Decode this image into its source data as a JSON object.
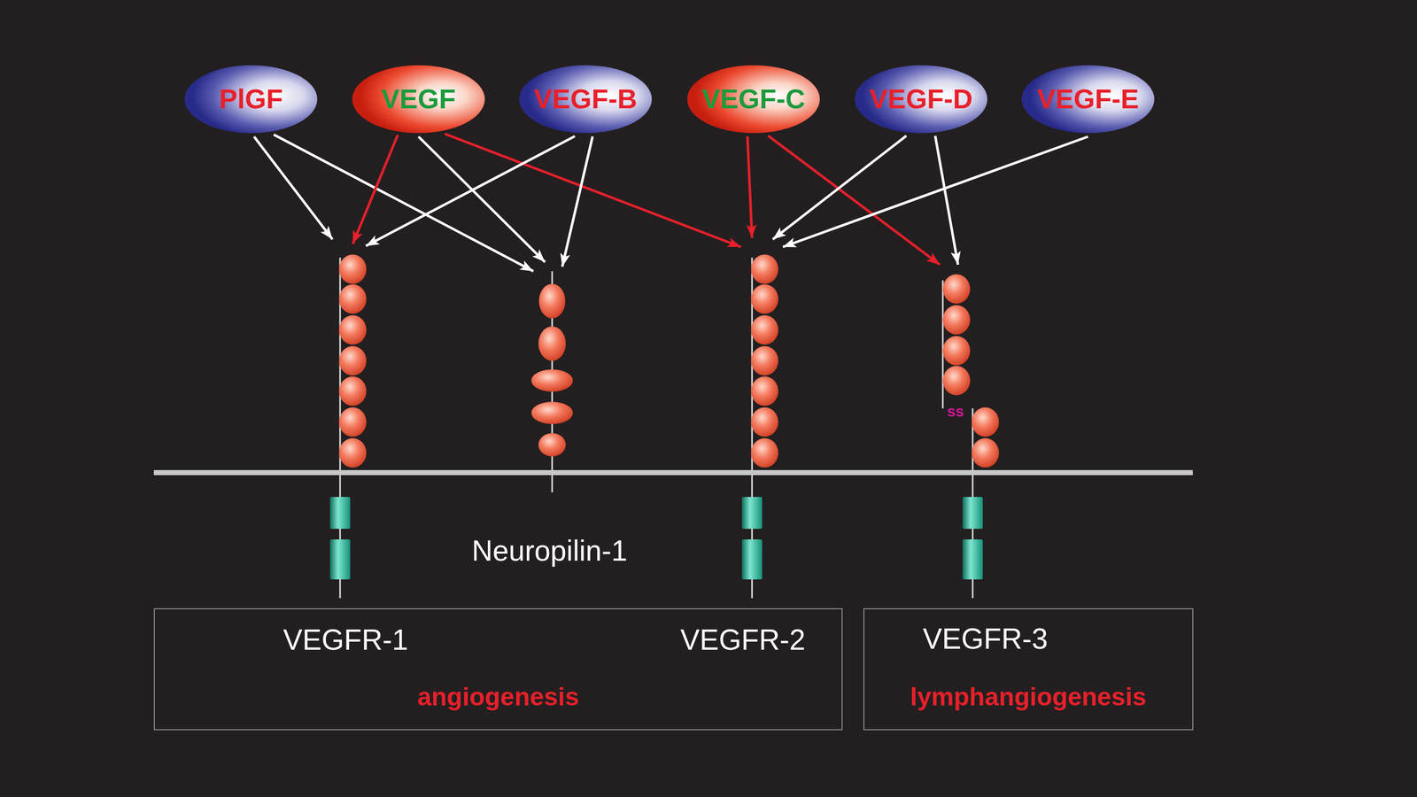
{
  "diagram": {
    "nodes": [
      {
        "text": [
          "PlGF"
        ]
      },
      {
        "text": [
          "VEGF"
        ]
      },
      {
        "text": [
          "VEGF-B"
        ]
      },
      {
        "text": [
          "VEGF-C"
        ]
      },
      {
        "text": [
          "VEGF-D"
        ]
      },
      {
        "text": [
          "VEGF-E"
        ]
      },
      {
        "text": [
          "VEGFR-1"
        ]
      },
      {
        "text": [
          "Neuropilin-1"
        ]
      },
      {
        "text": [
          "VEGFR-2"
        ]
      },
      {
        "text": [
          "VEGFR-3"
        ]
      },
      {
        "text": [
          "angiogenesis"
        ]
      },
      {
        "text": [
          "lymphangiogenesis"
        ]
      }
    ],
    "edges": [
      {
        "from": 0,
        "to": 6,
        "arrow": "to"
      },
      {
        "from": 0,
        "to": 7,
        "arrow": "to"
      },
      {
        "from": 1,
        "to": 6,
        "arrow": "to"
      },
      {
        "from": 1,
        "to": 7,
        "arrow": "to"
      },
      {
        "from": 1,
        "to": 8,
        "arrow": "to"
      },
      {
        "from": 2,
        "to": 6,
        "arrow": "to"
      },
      {
        "from": 2,
        "to": 7,
        "arrow": "to"
      },
      {
        "from": 3,
        "to": 8,
        "arrow": "to"
      },
      {
        "from": 3,
        "to": 9,
        "arrow": "to"
      },
      {
        "from": 4,
        "to": 8,
        "arrow": "to"
      },
      {
        "from": 4,
        "to": 9,
        "arrow": "to"
      },
      {
        "from": 5,
        "to": 8,
        "arrow": "to"
      }
    ],
    "labels": [
      "ss"
    ]
  }
}
